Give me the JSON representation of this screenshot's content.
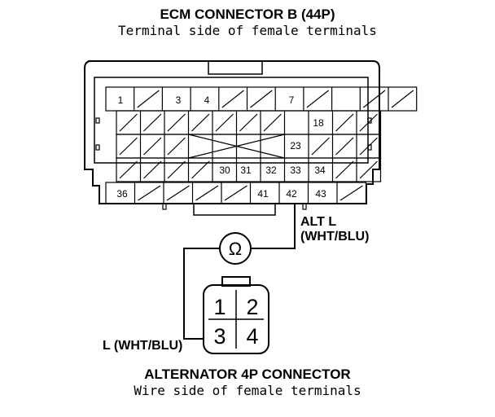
{
  "ecm_connector": {
    "title": "ECM CONNECTOR B (44P)",
    "subtitle": "Terminal side of female terminals",
    "terminals": {
      "t1": "1",
      "t3": "3",
      "t4": "4",
      "t7": "7",
      "t18": "18",
      "t23": "23",
      "t30": "30",
      "t31": "31",
      "t32": "32",
      "t33": "33",
      "t34": "34",
      "t36": "36",
      "t41": "41",
      "t42": "42",
      "t43": "43"
    }
  },
  "wire_labels": {
    "alt_l_line1": "ALT L",
    "alt_l_line2": "(WHT/BLU)",
    "l_wht_blu": "L (WHT/BLU)"
  },
  "meter_symbol": "Ω",
  "alternator_connector": {
    "title": "ALTERNATOR 4P CONNECTOR",
    "subtitle": "Wire side of female terminals",
    "terminals": {
      "t1": "1",
      "t2": "2",
      "t3": "3",
      "t4": "4"
    }
  }
}
